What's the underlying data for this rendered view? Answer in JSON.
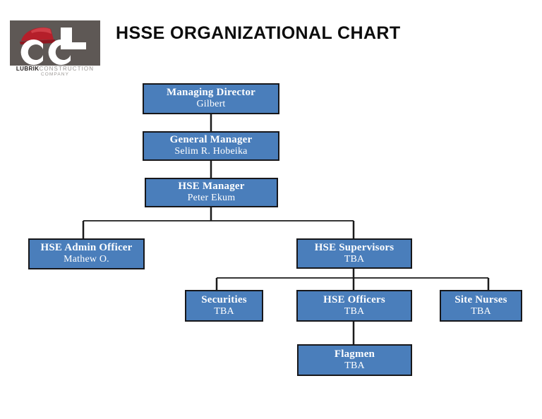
{
  "page": {
    "title": "HSSE ORGANIZATIONAL CHART",
    "background_color": "#ffffff"
  },
  "logo": {
    "name": "lubrik-construction-company-logo",
    "brand_word": "LUBRIK",
    "second_word": "CONSTRUCTION",
    "third_word": "COMPANY",
    "mark_background_color": "#5e5855",
    "helmet_color": "#b51f2a",
    "letter_color": "#ffffff",
    "letters": "L CC"
  },
  "chart_data": {
    "type": "diagram",
    "diagram_type": "organizational-chart",
    "title": "HSSE ORGANIZATIONAL CHART",
    "node_fill_color": "#4a7ebb",
    "node_border_color": "#17171a",
    "node_text_color": "#ffffff",
    "connector_color": "#1a1a1a",
    "nodes": [
      {
        "id": "managing-director",
        "role": "Managing Director",
        "person": "Gilbert",
        "level": 1,
        "parent": null
      },
      {
        "id": "general-manager",
        "role": "General Manager",
        "person": "Selim R. Hobeika",
        "level": 2,
        "parent": "managing-director"
      },
      {
        "id": "hse-manager",
        "role": "HSE Manager",
        "person": "Peter Ekum",
        "level": 3,
        "parent": "general-manager"
      },
      {
        "id": "hse-admin-officer",
        "role": "HSE Admin Officer",
        "person": "Mathew O.",
        "level": 4,
        "parent": "hse-manager"
      },
      {
        "id": "hse-supervisors",
        "role": "HSE Supervisors",
        "person": "TBA",
        "level": 4,
        "parent": "hse-manager"
      },
      {
        "id": "securities",
        "role": "Securities",
        "person": "TBA",
        "level": 5,
        "parent": "hse-supervisors"
      },
      {
        "id": "hse-officers",
        "role": "HSE Officers",
        "person": "TBA",
        "level": 5,
        "parent": "hse-supervisors"
      },
      {
        "id": "site-nurses",
        "role": "Site Nurses",
        "person": "TBA",
        "level": 5,
        "parent": "hse-supervisors"
      },
      {
        "id": "flagmen",
        "role": "Flagmen",
        "person": "TBA",
        "level": 6,
        "parent": "hse-officers"
      }
    ],
    "edges": [
      {
        "from": "managing-director",
        "to": "general-manager"
      },
      {
        "from": "general-manager",
        "to": "hse-manager"
      },
      {
        "from": "hse-manager",
        "to": "hse-admin-officer"
      },
      {
        "from": "hse-manager",
        "to": "hse-supervisors"
      },
      {
        "from": "hse-supervisors",
        "to": "securities"
      },
      {
        "from": "hse-supervisors",
        "to": "hse-officers"
      },
      {
        "from": "hse-supervisors",
        "to": "site-nurses"
      },
      {
        "from": "hse-officers",
        "to": "flagmen"
      }
    ]
  }
}
